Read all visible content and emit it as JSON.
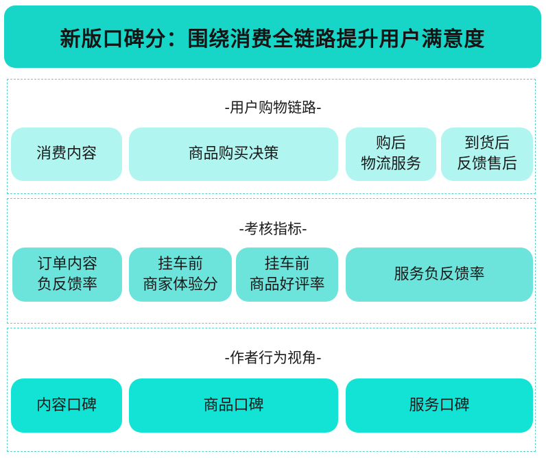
{
  "title": "新版口碑分：围绕消费全链路提升用户满意度",
  "colors": {
    "title_bg": "#17d6c8",
    "row1": "#b0f5f0",
    "row2": "#6de4db",
    "row3": "#12e3d4",
    "dashed_border": "#5ccfc6"
  },
  "sections": [
    {
      "label": "-用户购物链路-",
      "items": [
        "消费内容",
        "商品购买决策",
        "购后\n物流服务",
        "到货后\n反馈售后"
      ]
    },
    {
      "label": "-考核指标-",
      "items": [
        "订单内容\n负反馈率",
        "挂车前\n商家体验分",
        "挂车前\n商品好评率",
        "服务负反馈率"
      ]
    },
    {
      "label": "-作者行为视角-",
      "items": [
        "内容口碑",
        "商品口碑",
        "服务口碑"
      ]
    }
  ]
}
